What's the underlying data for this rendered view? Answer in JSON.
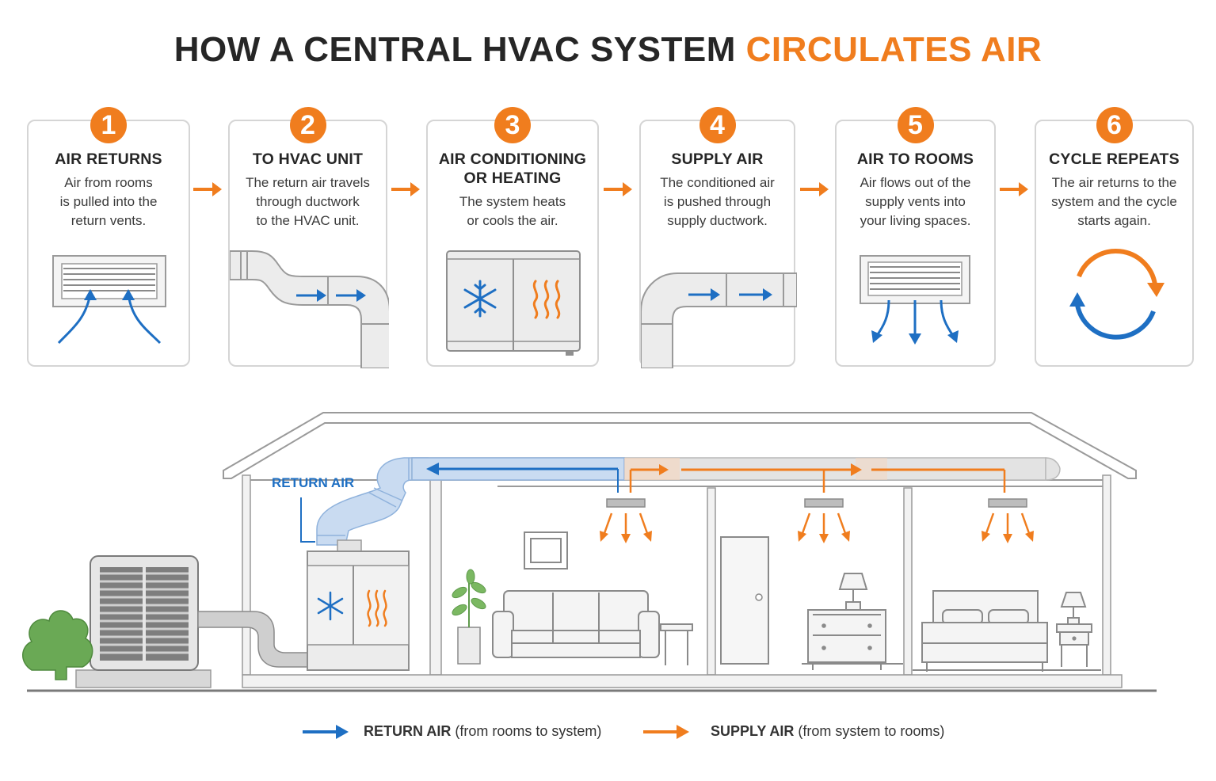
{
  "title": {
    "main": "HOW A CENTRAL HVAC SYSTEM",
    "highlight": "CIRCULATES AIR"
  },
  "colors": {
    "accent": "#f07d1e",
    "return_air": "#1e6fc3",
    "outline": "#b9b9b9",
    "plant": "#6aa955"
  },
  "steps": [
    {
      "number": "1",
      "title": "AIR RETURNS",
      "title2": "",
      "lines": [
        "Air from rooms",
        "is pulled into the",
        "return vents."
      ],
      "icon": "return-vent-icon"
    },
    {
      "number": "2",
      "title": "TO HVAC UNIT",
      "title2": "",
      "lines": [
        "The return air travels",
        "through ductwork",
        "to the HVAC unit."
      ],
      "icon": "return-duct-icon"
    },
    {
      "number": "3",
      "title": "AIR CONDITIONING",
      "title2": "OR HEATING",
      "lines": [
        "The system heats",
        "or cools the air."
      ],
      "icon": "hvac-unit-icon"
    },
    {
      "number": "4",
      "title": "SUPPLY AIR",
      "title2": "",
      "lines": [
        "The conditioned air",
        "is pushed through",
        "supply ductwork."
      ],
      "icon": "supply-duct-icon"
    },
    {
      "number": "5",
      "title": "AIR TO ROOMS",
      "title2": "",
      "lines": [
        "Air flows out of the",
        "supply vents into",
        "your living spaces."
      ],
      "icon": "supply-vent-icon"
    },
    {
      "number": "6",
      "title": "CYCLE REPEATS",
      "title2": "",
      "lines": [
        "The air returns to the",
        "system and the cycle",
        "starts again."
      ],
      "icon": "cycle-icon"
    }
  ],
  "house": {
    "return_label": "RETURN AIR"
  },
  "legend": {
    "return": {
      "label": "RETURN AIR",
      "detail": "(from rooms to system)"
    },
    "supply": {
      "label": "SUPPLY AIR",
      "detail": "(from system to rooms)"
    }
  }
}
